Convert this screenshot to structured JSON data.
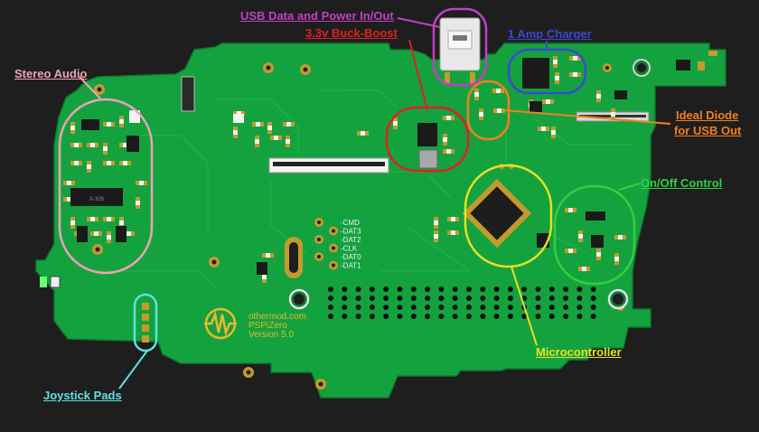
{
  "labels": {
    "usb": {
      "text": "USB Data and Power In/Out",
      "color": "#c040c0"
    },
    "buck": {
      "text": "3.3v Buck-Boost",
      "color": "#e02020"
    },
    "charger": {
      "text": "1 Amp Charger",
      "color": "#3a4ad0"
    },
    "stereo": {
      "text": "Stereo Audio",
      "color": "#f0a0b8"
    },
    "diode_line1": {
      "text": "Ideal Diode",
      "color": "#f08020"
    },
    "diode_line2": {
      "text": "for USB Out",
      "color": "#f08020"
    },
    "onoff": {
      "text": "On/Off Control",
      "color": "#30d040"
    },
    "mcu": {
      "text": "Microcontroller",
      "color": "#e8e020"
    },
    "joystick": {
      "text": "Joystick Pads",
      "color": "#60e0e0"
    }
  },
  "board": {
    "color": "#15a040",
    "logo_line1": "othermod.com",
    "logo_line2": "PSPiZero",
    "logo_line3": "Version 5.0",
    "chip_text": "X-305",
    "sd_pins": [
      "CMD",
      "DAT3",
      "DAT2",
      "CLK",
      "DAT0",
      "DAT1"
    ]
  }
}
